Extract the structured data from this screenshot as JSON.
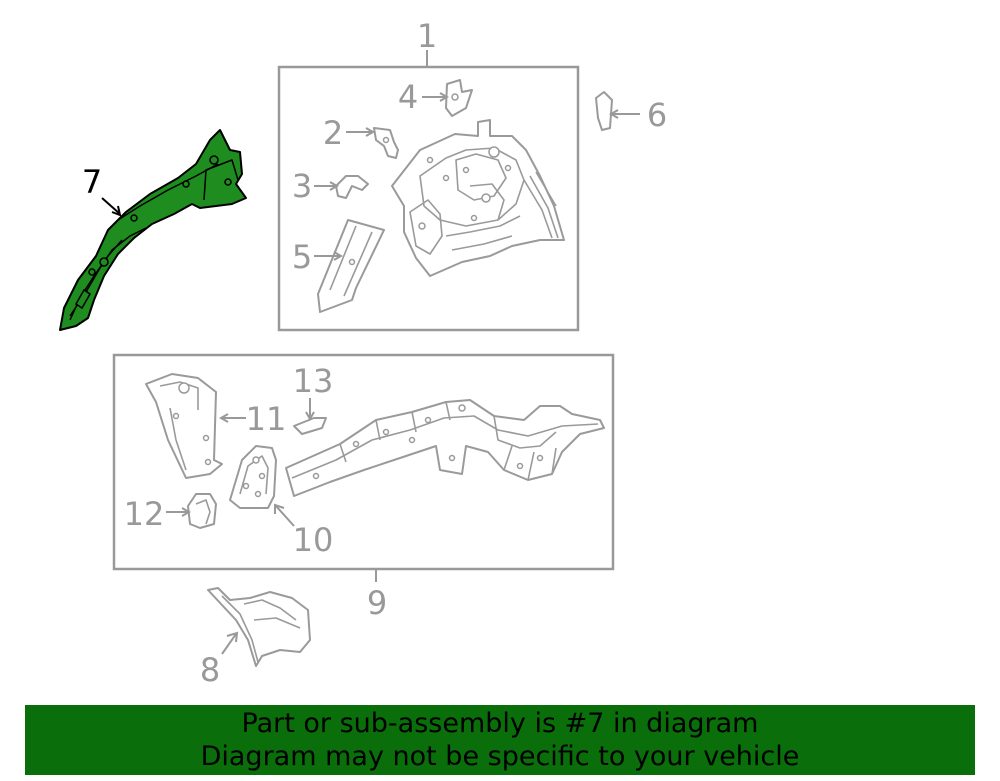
{
  "callouts": {
    "c1": "1",
    "c2": "2",
    "c3": "3",
    "c4": "4",
    "c5": "5",
    "c6": "6",
    "c7": "7",
    "c8": "8",
    "c9": "9",
    "c10": "10",
    "c11": "11",
    "c12": "12",
    "c13": "13"
  },
  "highlighted_part": "7",
  "colors": {
    "highlight": "#1e8c1e",
    "banner": "#0a6e0a",
    "line": "#999999"
  },
  "banner": {
    "line1": "Part or sub-assembly is #7 in diagram",
    "line2": "Diagram may not be specific to your vehicle"
  }
}
